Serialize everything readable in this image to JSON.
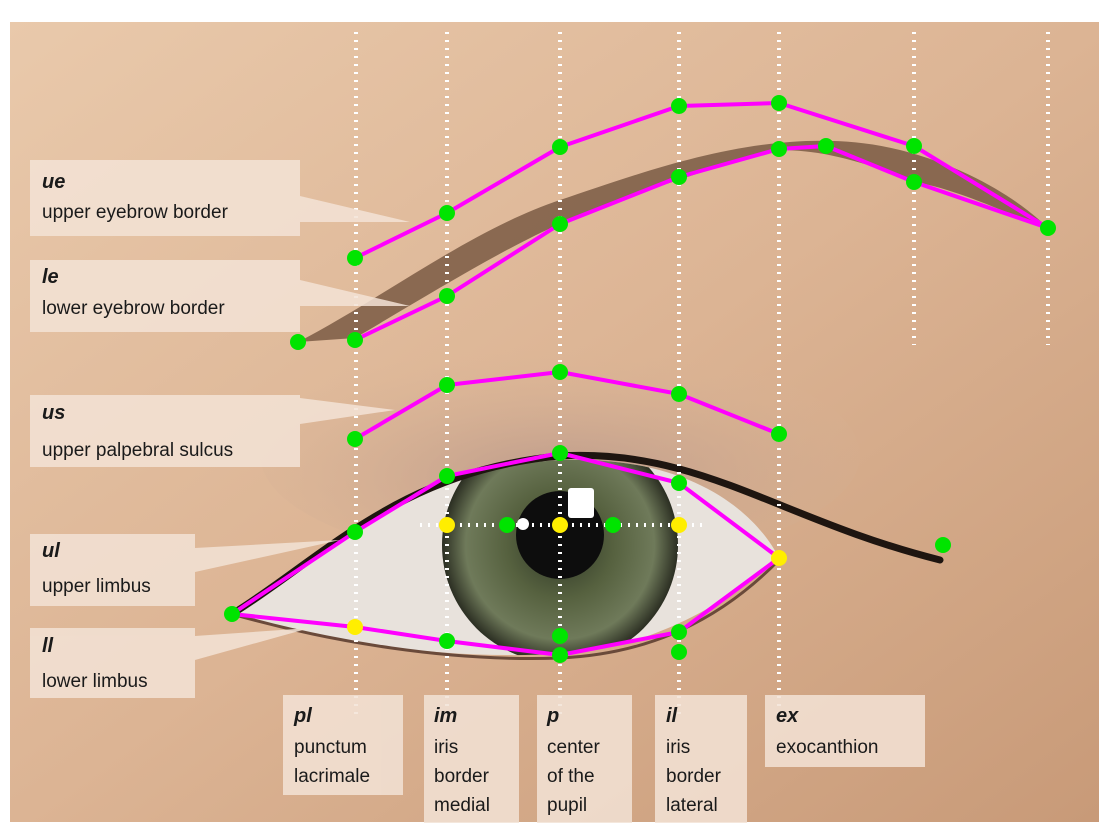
{
  "labels": {
    "ue": {
      "abbr": "ue",
      "lines": [
        "upper eyebrow border"
      ]
    },
    "le": {
      "abbr": "le",
      "lines": [
        "lower eyebrow border"
      ]
    },
    "us": {
      "abbr": "us",
      "lines": [
        "upper palpebral sulcus"
      ]
    },
    "ul": {
      "abbr": "ul",
      "lines": [
        "upper limbus"
      ]
    },
    "ll": {
      "abbr": "ll",
      "lines": [
        "lower limbus"
      ]
    },
    "pl": {
      "abbr": "pl",
      "lines": [
        "punctum",
        "lacrimale"
      ]
    },
    "im": {
      "abbr": "im",
      "lines": [
        "iris",
        "border",
        "medial"
      ]
    },
    "p": {
      "abbr": "p",
      "lines": [
        "center",
        "of the",
        "pupil"
      ]
    },
    "il": {
      "abbr": "il",
      "lines": [
        "iris",
        "border",
        "lateral"
      ]
    },
    "ex": {
      "abbr": "ex",
      "lines": [
        "exocanthion"
      ]
    }
  },
  "colors": {
    "contour": "#ff00ff",
    "landmark": "#00e400",
    "reference_point": "#ffee00",
    "guide_line": "#ffffff",
    "label_box": "#f3e3d6"
  }
}
